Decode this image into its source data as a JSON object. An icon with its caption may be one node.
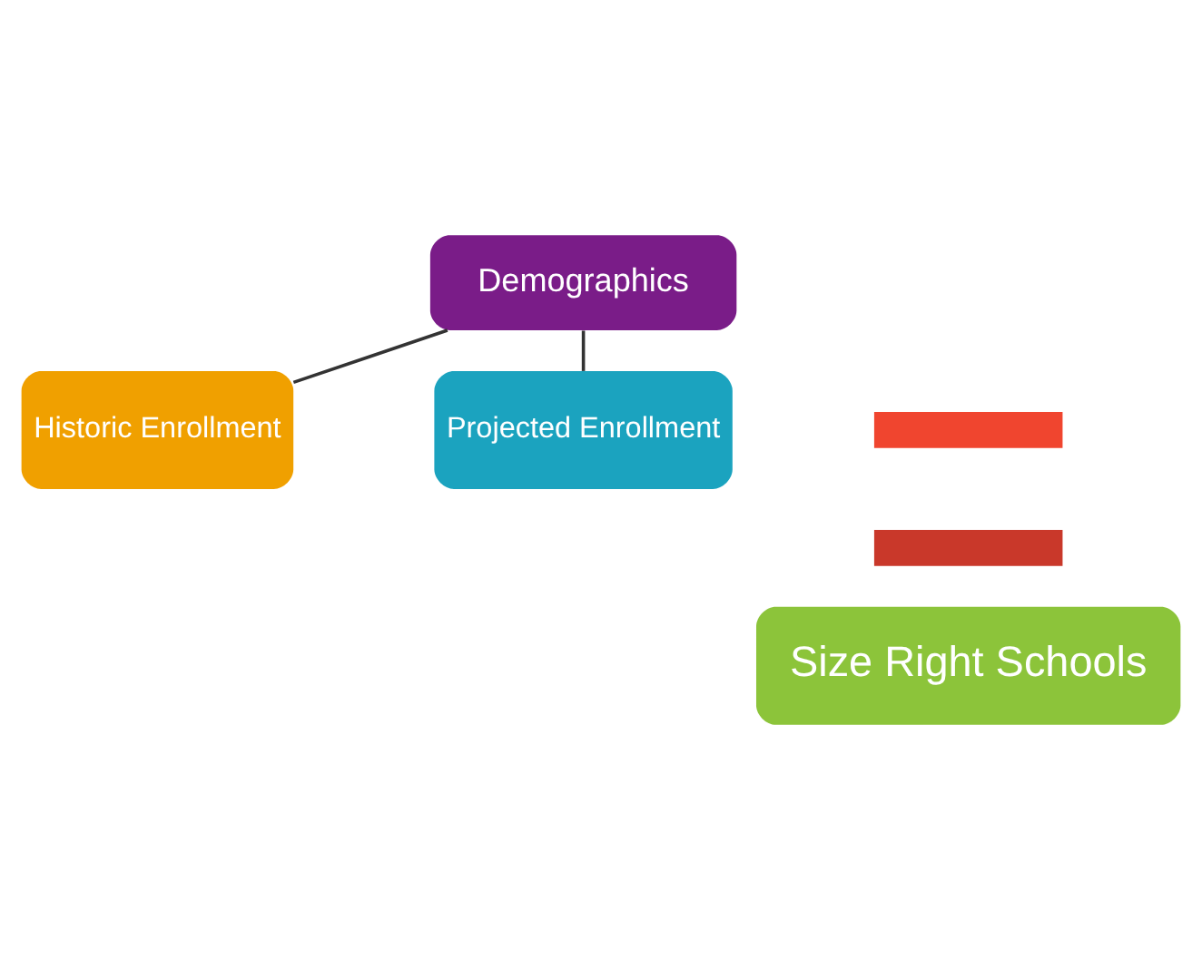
{
  "diagram": {
    "nodes": [
      {
        "text": [
          "Demographics"
        ]
      },
      {
        "text": [
          "Historic Enrollment"
        ]
      },
      {
        "text": [
          "Projected Enrollment"
        ]
      },
      {
        "text": [],
        "shape": "bar"
      },
      {
        "text": [],
        "shape": "bar"
      },
      {
        "text": [
          "Size Right Schools"
        ]
      }
    ],
    "edges": [
      {
        "from": 0,
        "to": 1,
        "arrow": "none"
      },
      {
        "from": 0,
        "to": 2,
        "arrow": "none"
      }
    ]
  }
}
